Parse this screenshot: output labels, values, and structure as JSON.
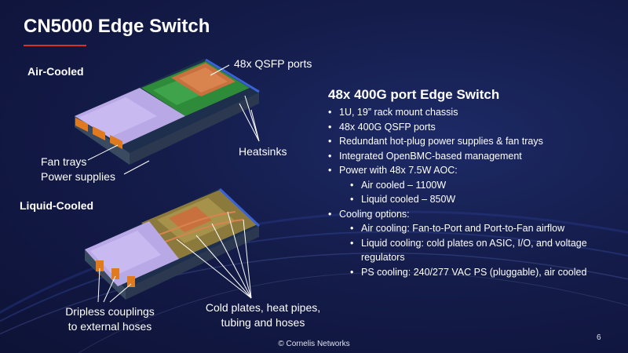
{
  "slide": {
    "title": "CN5000 Edge Switch",
    "page_number": "6",
    "footer": "© Cornelis Networks"
  },
  "sections": {
    "air_cooled": "Air-Cooled",
    "liquid_cooled": "Liquid-Cooled"
  },
  "callouts": {
    "qsfp_ports": "48x QSFP ports",
    "fan_trays": "Fan trays",
    "power_supplies": "Power supplies",
    "heatsinks": "Heatsinks",
    "dripless_line1": "Dripless couplings",
    "dripless_line2": "to external hoses",
    "cold_plates_line1": "Cold plates, heat pipes,",
    "cold_plates_line2": "tubing and hoses"
  },
  "specs": {
    "heading": "48x 400G port Edge Switch",
    "items": [
      "1U, 19” rack mount chassis",
      "48x 400G QSFP ports",
      "Redundant hot-plug power supplies & fan trays",
      "Integrated OpenBMC-based management",
      "Power with 48x 7.5W AOC:"
    ],
    "power_subitems": [
      "Air cooled – 1100W",
      "Liquid cooled – 850W"
    ],
    "cooling_heading": "Cooling options:",
    "cooling_subitems": [
      "Air cooling:  Fan-to-Port and Port-to-Fan airflow",
      "Liquid cooling:  cold plates on ASIC, I/O, and voltage regulators",
      "PS cooling:  240/277 VAC PS (pluggable), air cooled"
    ]
  },
  "colors": {
    "background": "#141c4a",
    "accent_red": "#d6322d",
    "pcb_green": "#2e8b3a",
    "heatsink_copper": "#c8703e",
    "tray_lavender": "#b9a8e6",
    "coupling_orange": "#e07a1e"
  }
}
